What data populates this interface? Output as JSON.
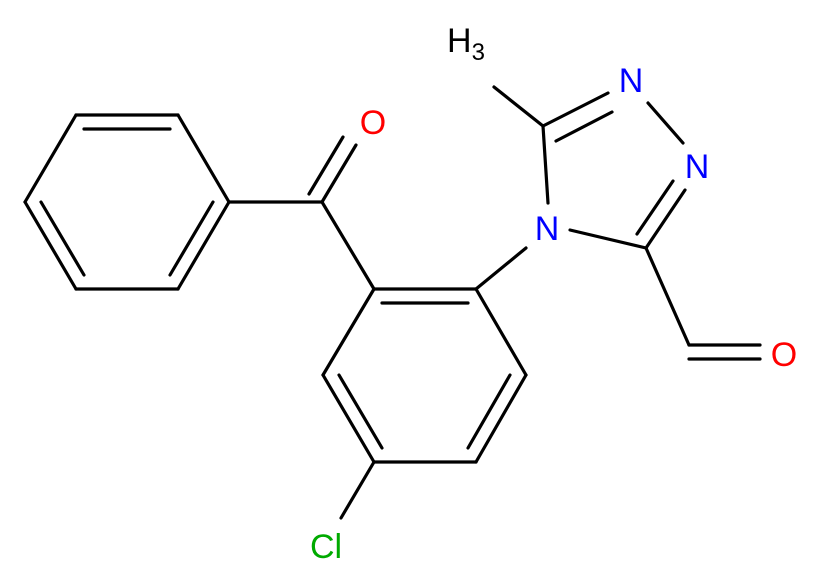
{
  "molecule": {
    "atom_labels": {
      "carbonyl_o": "O",
      "aldehyde_o": "O",
      "n1": "N",
      "n2": "N",
      "n4": "N",
      "cl": "Cl",
      "methyl": "H",
      "methyl_sub": "3"
    }
  },
  "colors": {
    "bond": "#000000",
    "oxygen": "#ff0000",
    "nitrogen": "#0000ff",
    "chlorine": "#00aa00",
    "carbon_hydrogen": "#000000"
  }
}
